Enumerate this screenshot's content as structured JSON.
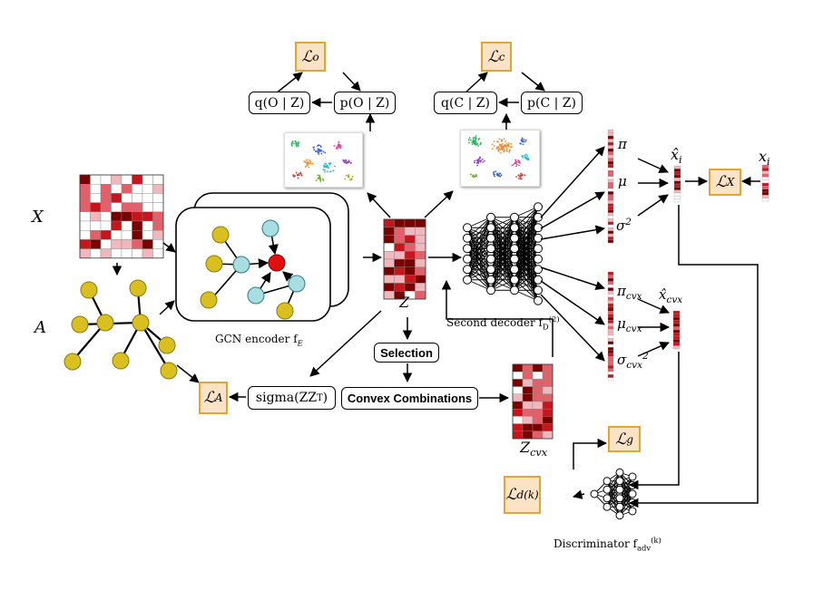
{
  "colors": {
    "red_dark": "#7a0000",
    "red": "#c4161c",
    "red_mid": "#e2606a",
    "red_light": "#f0b7bd",
    "white": "#ffffff",
    "node_yellow": "#d9bf1f",
    "node_cyan": "#a8dde1",
    "node_red": "#e01010",
    "loss_fill": "#fde3c6",
    "loss_border": "#e3a436"
  },
  "labels": {
    "X": "X",
    "A": "A",
    "Z": "Z",
    "gcn_encoder": "GCN encoder f",
    "gcn_sub": "E",
    "second_decoder": "Second decoder f",
    "decoder_sub": "D",
    "decoder_sup": "(2)",
    "discriminator": "Discriminator f",
    "disc_sub": "adv",
    "disc_sup": "(k)",
    "z_cvx": "Z",
    "z_cvx_sub": "cvx",
    "pi": "π",
    "mu": "μ",
    "sigma": "σ",
    "sigma_sup": "2",
    "pi_cvx": "π",
    "mu_cvx": "μ",
    "sigma_cvx": "σ",
    "cvx_sub": "cvx",
    "x_hat": "x̂",
    "x_hat_sub": "i",
    "x_i": "x",
    "x_i_sub": "i",
    "x_hat_cvx": "x̂",
    "x_hat_cvx_sub": "cvx"
  },
  "losses": {
    "o": {
      "main": "ℒ",
      "sub": "o"
    },
    "c": {
      "main": "ℒ",
      "sub": "c"
    },
    "X": {
      "main": "ℒ",
      "sub": "X"
    },
    "A": {
      "main": "ℒ",
      "sub": "A"
    },
    "g": {
      "main": "ℒ",
      "sub": "g"
    },
    "d": {
      "main": "ℒ",
      "sub": "d",
      "sup": "(k)"
    }
  },
  "boxes": {
    "q_O": "q(O | Z)",
    "p_O": "p(O | Z)",
    "q_C": "q(C | Z)",
    "p_C": "p(C | Z)",
    "sigma_ZZT": "sigma(ZZ",
    "sigma_ZZT_sup": "T",
    "sigma_ZZT_end": ")",
    "selection": "Selection",
    "convex": "Convex Combinations"
  }
}
